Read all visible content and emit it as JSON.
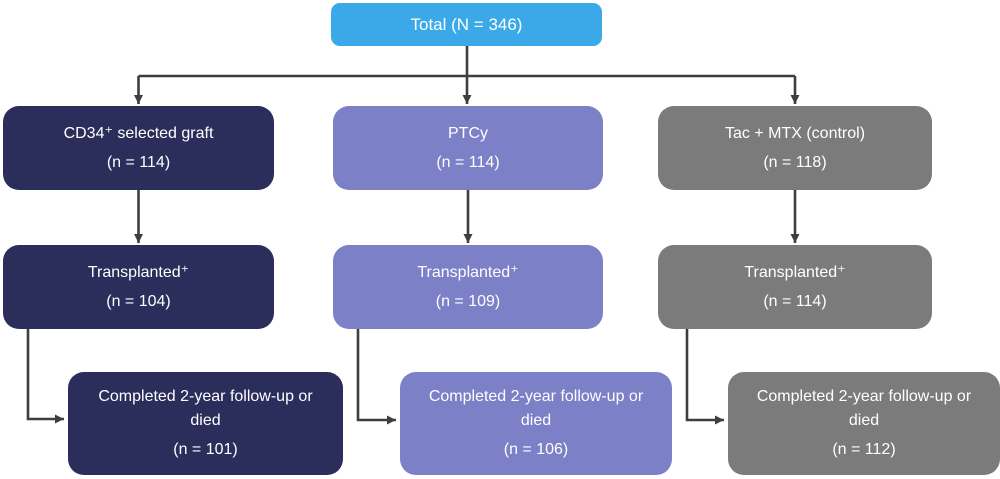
{
  "diagram": {
    "title_node": {
      "label": "Total (N = 346)"
    },
    "arms": [
      {
        "name": "CD34-selected-graft-arm",
        "color": "#2b2d5b",
        "enrolled": {
          "label": "CD34⁺ selected graft",
          "count": "(n = 114)"
        },
        "transplanted": {
          "label": "Transplanted⁺",
          "count": "(n = 104)"
        },
        "completed": {
          "label": "Completed 2-year follow-up or died",
          "count": "(n = 101)"
        }
      },
      {
        "name": "PTCy-arm",
        "color": "#7b80c7",
        "enrolled": {
          "label": "PTCy",
          "count": "(n = 114)"
        },
        "transplanted": {
          "label": "Transplanted⁺",
          "count": "(n = 109)"
        },
        "completed": {
          "label": "Completed 2-year follow-up or died",
          "count": "(n = 106)"
        }
      },
      {
        "name": "Tac-MTX-control-arm",
        "color": "#7c7b7b",
        "enrolled": {
          "label": "Tac + MTX (control)",
          "count": "(n = 118)"
        },
        "transplanted": {
          "label": "Transplanted⁺",
          "count": "(n = 114)"
        },
        "completed": {
          "label": "Completed 2-year follow-up or died",
          "count": "(n = 112)"
        }
      }
    ],
    "palette": {
      "total_box": "#3ba9e8",
      "arm1_box": "#2b2d5b",
      "arm2_box": "#7b80c7",
      "arm3_box": "#7c7b7b",
      "connector": "#3e3e40",
      "text": "#ffffff"
    }
  }
}
